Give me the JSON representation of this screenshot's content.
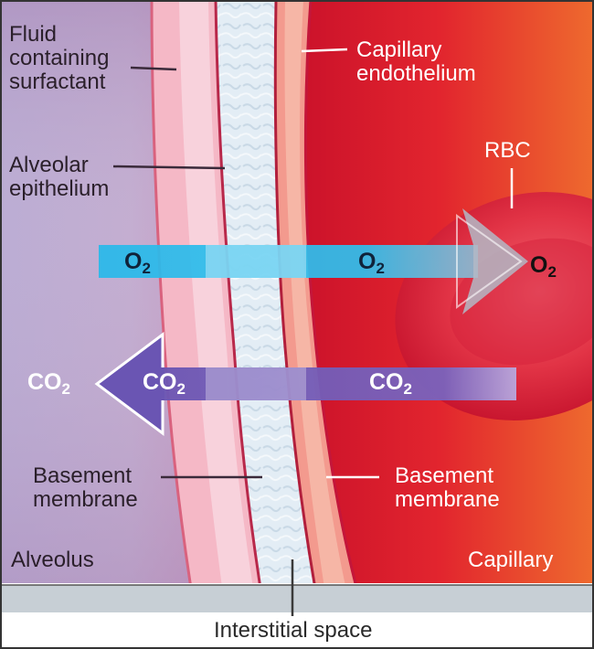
{
  "labels": {
    "fluid_line1": "Fluid",
    "fluid_line2": "containing",
    "fluid_line3": "surfactant",
    "alveolar_line1": "Alveolar",
    "alveolar_line2": "epithelium",
    "basement_left_line1": "Basement",
    "basement_left_line2": "membrane",
    "alveolus": "Alveolus",
    "capillary_endothelium_line1": "Capillary",
    "capillary_endothelium_line2": "endothelium",
    "rbc": "RBC",
    "basement_right_line1": "Basement",
    "basement_right_line2": "membrane",
    "capillary": "Capillary",
    "interstitial_space": "Interstitial space"
  },
  "gases": {
    "o2_symbol": "O",
    "o2_subscript": "2",
    "co2_symbol": "CO",
    "co2_subscript": "2"
  },
  "colors": {
    "alveolus": "#b7a9cf",
    "capillary": "#e3262f",
    "o2_arrow": "#25b8e8",
    "co2_arrow": "#6e5ab5",
    "epithelium": "#f4b3c2",
    "interstitial": "#dfeaf3"
  }
}
